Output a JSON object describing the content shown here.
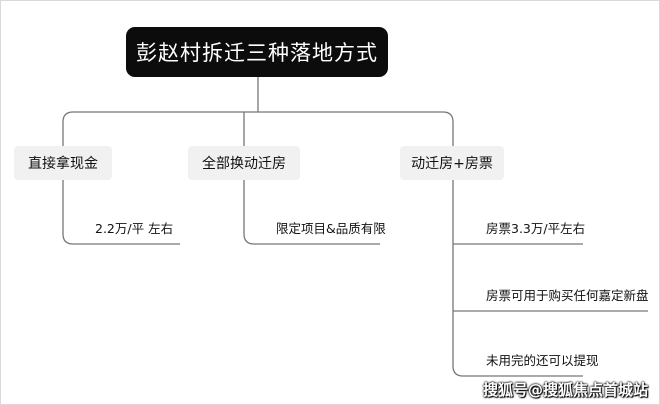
{
  "root": {
    "label": "彭赵村拆迁三种落地方式"
  },
  "branches": [
    {
      "label": "直接拿现金",
      "leaves": [
        "2.2万/平 左右"
      ]
    },
    {
      "label": "全部换动迁房",
      "leaves": [
        "限定项目&品质有限"
      ]
    },
    {
      "label": "动迁房+房票",
      "leaves": [
        "房票3.3万/平左右",
        "房票可用于购买任何嘉定新盘",
        "未用完的还可以提现"
      ]
    }
  ],
  "watermark": "搜狐号@搜狐焦点首城站",
  "colors": {
    "root_bg": "#0c0c0c",
    "branch_bg": "#f1f1f1",
    "line": "#777777"
  }
}
